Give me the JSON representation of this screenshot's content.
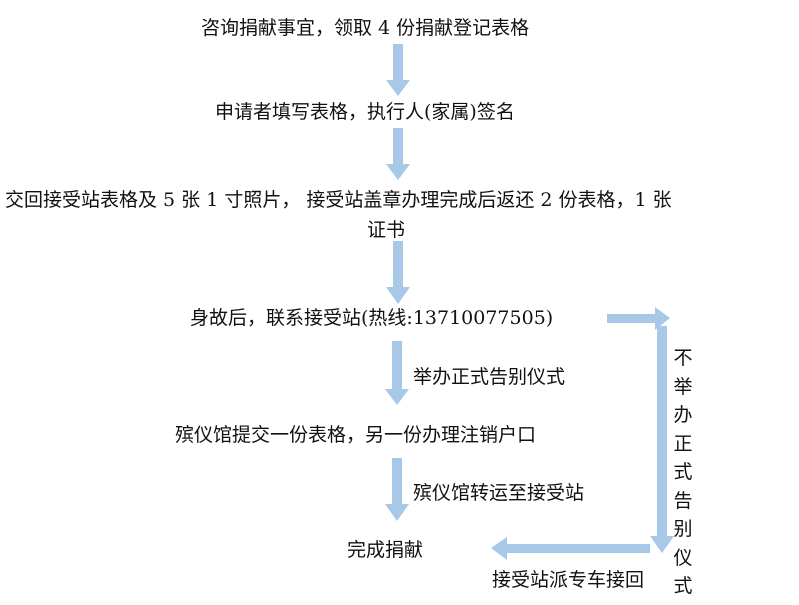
{
  "steps": {
    "s1": "咨询捐献事宜，领取 4 份捐献登记表格",
    "s2": "申请者填写表格，执行人(家属)签名",
    "s3a": "交回接受站表格及 5 张 1 寸照片，  接受站盖章办理完成后返还 2 份表格，1 张",
    "s3b": "证书",
    "s4": "身故后，联系接受站(热线:13710077505)",
    "s5": "殡仪馆提交一份表格，另一份办理注销户口",
    "s6": "完成捐献"
  },
  "labels": {
    "ceremony": "举办正式告别仪式",
    "transfer": "殡仪馆转运至接受站",
    "pickup": "接受站派专车接回",
    "no_ceremony": [
      "不",
      "举",
      "办",
      "正",
      "式",
      "告",
      "别",
      "仪",
      "式"
    ]
  },
  "colors": {
    "arrow": "#a8c8e8"
  }
}
